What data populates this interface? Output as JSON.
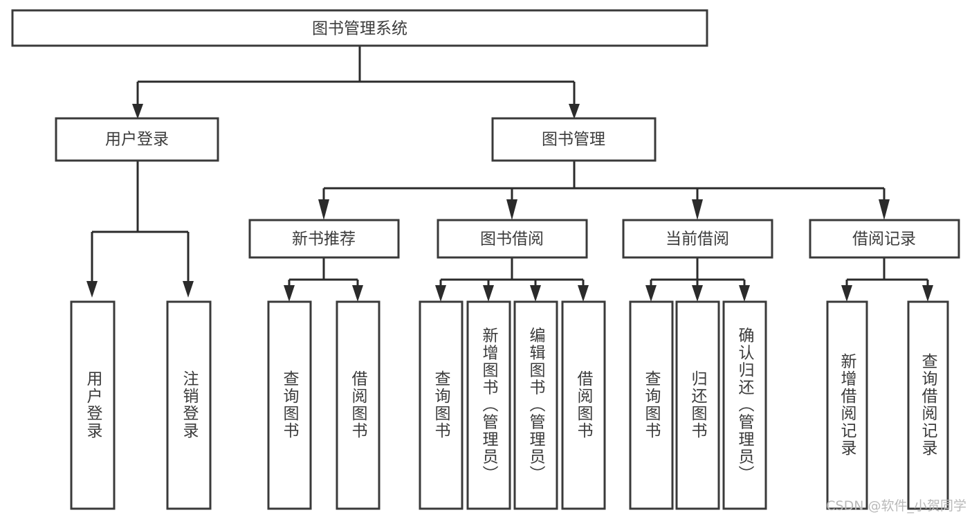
{
  "diagram": {
    "type": "tree-hierarchy-chart",
    "title": "图书管理系统",
    "background_color": "#ffffff",
    "box_border_color": "#3a3a3a",
    "connector_color": "#2b2b2b",
    "text_color": "#3b3b3b"
  },
  "root": {
    "label": "图书管理系统"
  },
  "level2": [
    {
      "label": "用户登录"
    },
    {
      "label": "图书管理"
    }
  ],
  "level3": [
    {
      "label": "新书推荐"
    },
    {
      "label": "图书借阅"
    },
    {
      "label": "当前借阅"
    },
    {
      "label": "借阅记录"
    }
  ],
  "leaves": {
    "user_login": [
      {
        "label": "用户登录"
      },
      {
        "label": "注销登录"
      }
    ],
    "new_book_recommend": [
      {
        "label": "查询图书"
      },
      {
        "label": "借阅图书"
      }
    ],
    "book_borrow": [
      {
        "label": "查询图书"
      },
      {
        "label": "新增图书（管理员）"
      },
      {
        "label": "编辑图书（管理员）"
      },
      {
        "label": "借阅图书"
      }
    ],
    "current_borrow": [
      {
        "label": "查询图书"
      },
      {
        "label": "归还图书"
      },
      {
        "label": "确认归还（管理员）"
      }
    ],
    "borrow_record": [
      {
        "label": "新增借阅记录"
      },
      {
        "label": "查询借阅记录"
      }
    ]
  },
  "watermark": {
    "text": "CSDN @软件_小贺同学"
  }
}
